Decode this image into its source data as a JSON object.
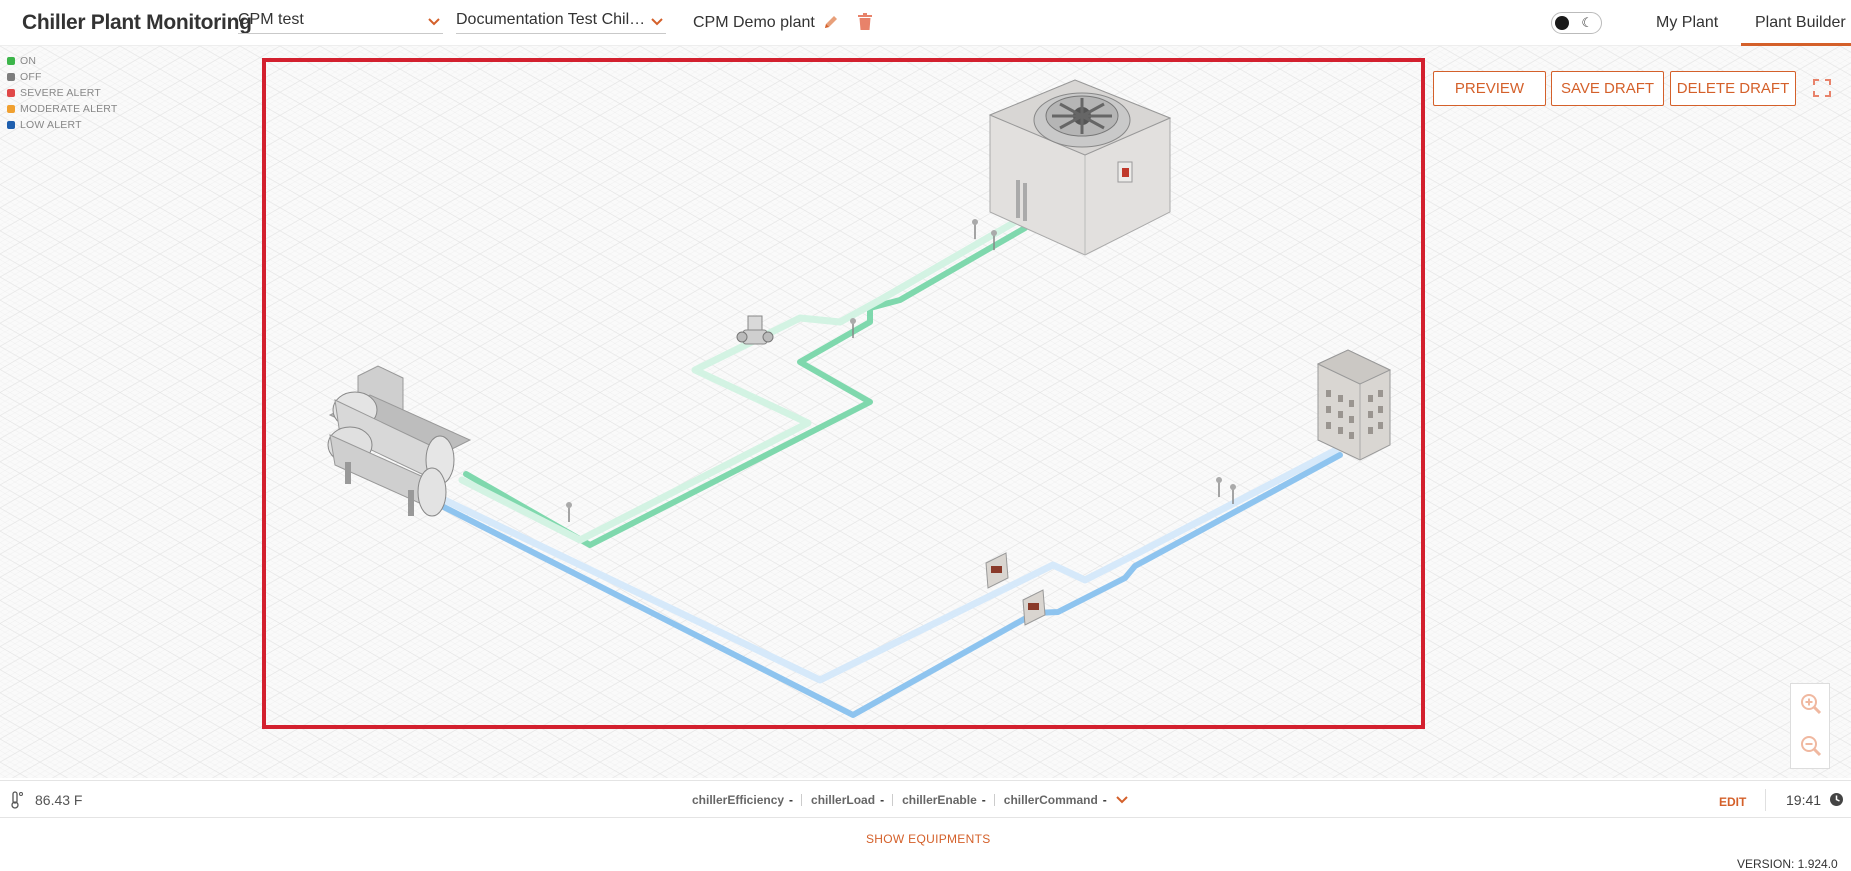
{
  "app": {
    "title": "Chiller Plant Monitoring"
  },
  "header": {
    "project_select": "CPM test",
    "chiller_select": "Documentation Test Chiller ...",
    "plant_name": "CPM Demo plant",
    "tabs": [
      {
        "label": "My Plant",
        "active": false
      },
      {
        "label": "Plant Builder",
        "active": true
      }
    ],
    "theme_toggle": {
      "mode": "light",
      "icon": "moon-icon"
    }
  },
  "legend": [
    {
      "label": "ON",
      "color": "#3cb54a"
    },
    {
      "label": "OFF",
      "color": "#7d7d7d"
    },
    {
      "label": "SEVERE ALERT",
      "color": "#e04848"
    },
    {
      "label": "MODERATE ALERT",
      "color": "#f0a030"
    },
    {
      "label": "LOW ALERT",
      "color": "#1f5fae"
    }
  ],
  "actions": {
    "preview": "PREVIEW",
    "save_draft": "SAVE DRAFT",
    "delete_draft": "DELETE DRAFT"
  },
  "colors": {
    "accent": "#d4602a",
    "selection_frame": "#d3202e",
    "condenser_pipe": "#7fd8ad",
    "chilled_pipe": "#8ec4ef"
  },
  "status_bar": {
    "temperature": "86.43 F",
    "params": [
      {
        "name": "chillerEfficiency",
        "value": "-"
      },
      {
        "name": "chillerLoad",
        "value": "-"
      },
      {
        "name": "chillerEnable",
        "value": "-"
      },
      {
        "name": "chillerCommand",
        "value": "-"
      }
    ],
    "edit_label": "EDIT",
    "time": "19:41"
  },
  "footer": {
    "show_equipments": "SHOW EQUIPMENTS",
    "version": "VERSION: 1.924.0"
  }
}
